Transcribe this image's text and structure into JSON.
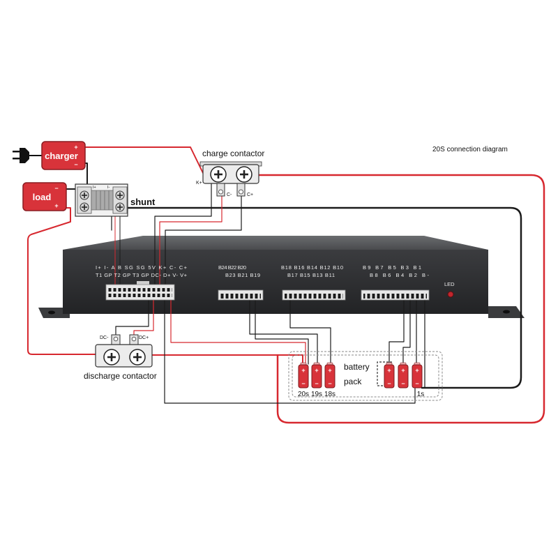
{
  "diagram": {
    "title": "20S connection diagram",
    "charger": {
      "label": "charger",
      "plus": "+",
      "minus": "−"
    },
    "load": {
      "label": "load",
      "minus": "−",
      "plus": "+"
    },
    "shunt": {
      "label": "shunt",
      "i_plus": "I+",
      "i_minus": "I-"
    },
    "charge_contactor": {
      "label": "charge contactor",
      "k_plus": "K+",
      "c_minus": "C-",
      "c_plus": "C+"
    },
    "discharge_contactor": {
      "label": "discharge contactor",
      "dc_minus": "DC-",
      "dc_plus": "DC+"
    },
    "bms": {
      "port1_row1": "I+ I- A B SG SG 5V K+ C- C+",
      "port1_row2": "T1 GP T2 GP T3 GP DC- D+ V- V+",
      "port2_row1": "B24 B22 B20",
      "port2_row2": "B23 B21 B19",
      "port3_row1": "B18 B16 B14 B12 B10",
      "port3_row2": "B17 B15 B13 B11",
      "port4_row1": "B9 B7 B5 B3 B1",
      "port4_row2": "B8 B6 B4 B2 B-",
      "led_label": "LED"
    },
    "battery_pack": {
      "label_line1": "battery",
      "label_line2": "pack",
      "cell_labels": [
        "20s",
        "19s",
        "18s"
      ],
      "cell_label_last": "1s",
      "cell_plus": "+",
      "cell_minus": "−"
    }
  },
  "colors": {
    "wire_red": "#d7282f",
    "wire_black": "#1a1a1a",
    "device_red": "#d8333a",
    "led_red": "#c0262d"
  },
  "icons": [
    "power-plug-icon",
    "screw-terminal-icon",
    "contactor-terminal-plus-icon",
    "led-indicator-icon"
  ]
}
